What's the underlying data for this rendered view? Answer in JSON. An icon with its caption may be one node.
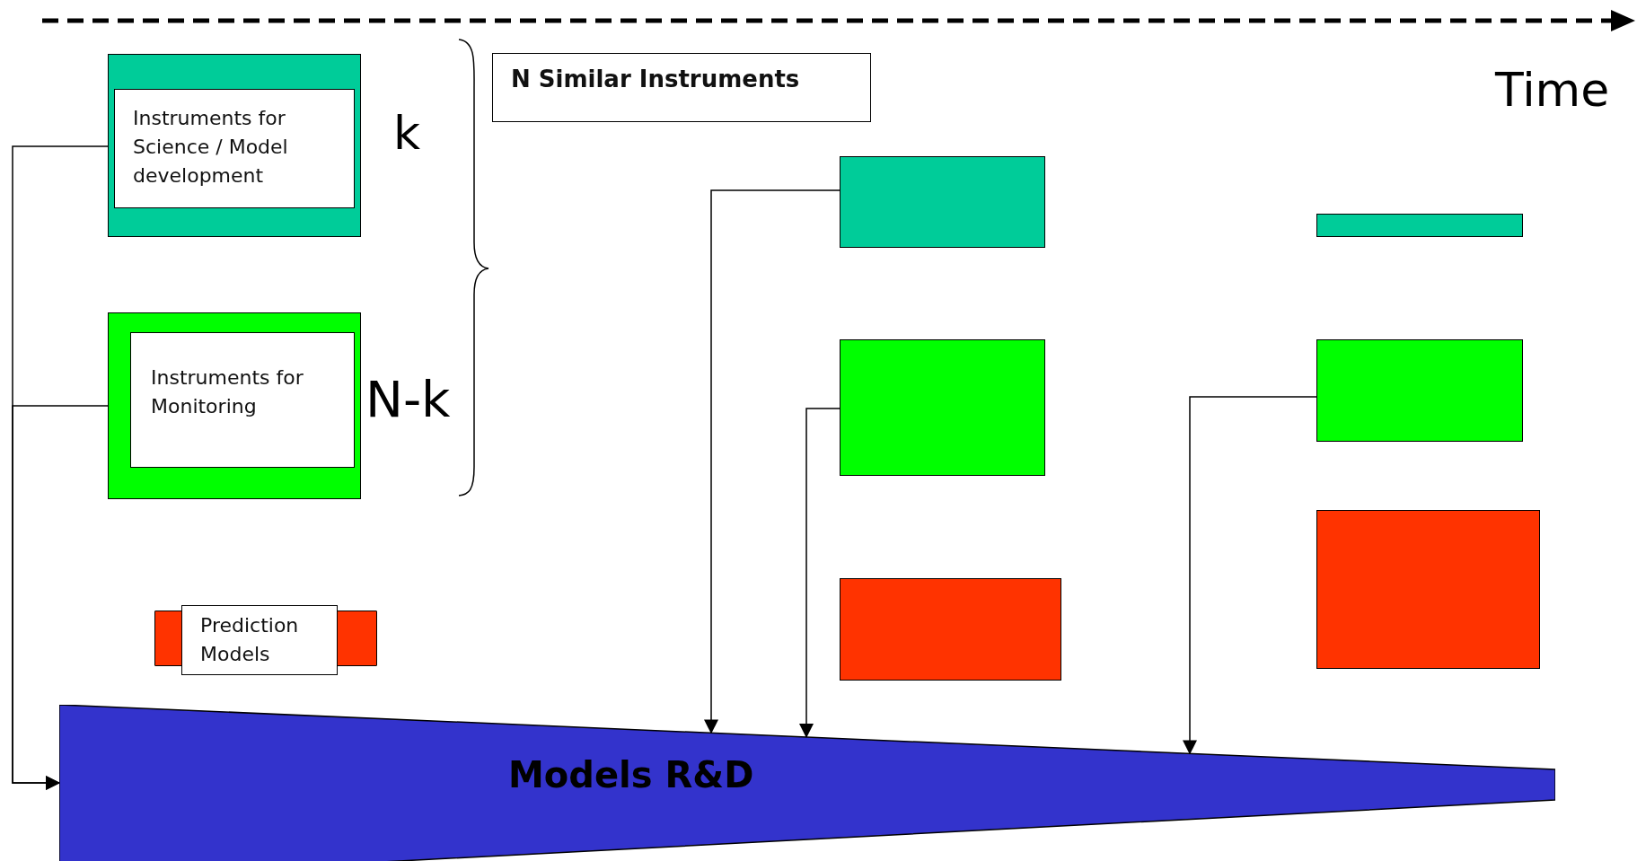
{
  "diagram": {
    "nodes": [
      {
        "text": [],
        "shape": "box"
      },
      {
        "text": [
          "Instruments for Science / Model development"
        ],
        "in": 0
      },
      {
        "text": [],
        "shape": "box"
      },
      {
        "text": [
          "Instruments for Monitoring"
        ],
        "in": 2
      },
      {
        "text": [],
        "shape": "bar"
      },
      {
        "text": [
          "Prediction Models"
        ]
      },
      {
        "text": [],
        "shape": "bar"
      },
      {
        "text": [
          "N Similar Instruments"
        ]
      },
      {
        "text": [],
        "shape": "box"
      },
      {
        "text": [],
        "shape": "box"
      },
      {
        "text": [],
        "shape": "box"
      },
      {
        "text": [],
        "shape": "box"
      },
      {
        "text": [],
        "shape": "box"
      },
      {
        "text": [],
        "shape": "box"
      },
      {
        "text": [
          "Models R&D"
        ]
      }
    ],
    "edges": [
      {
        "from": 0,
        "to": 14,
        "arrow": "to"
      },
      {
        "from": 2,
        "to": 14,
        "arrow": "to"
      },
      {
        "from": 8,
        "to": 14,
        "arrow": "to"
      },
      {
        "from": 9,
        "to": 14,
        "arrow": "to"
      },
      {
        "from": 12,
        "to": 14,
        "arrow": "to"
      }
    ],
    "labels": [
      "Time",
      "k",
      "N-k"
    ]
  }
}
